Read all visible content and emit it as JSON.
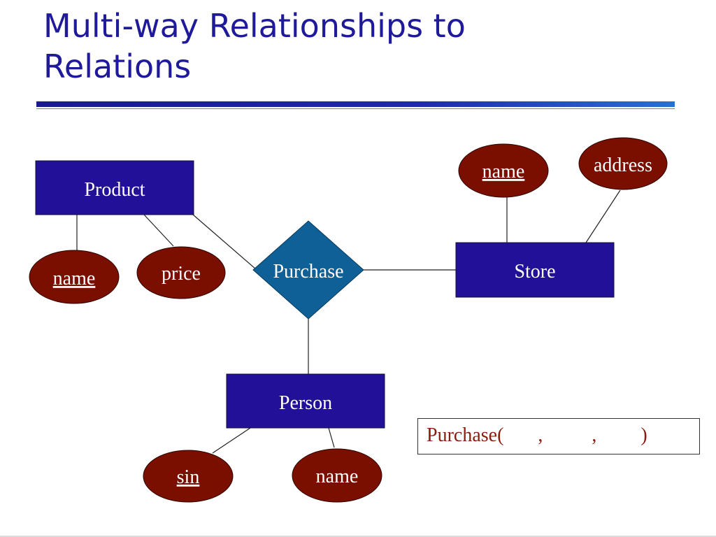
{
  "slide": {
    "title_line1": "Multi-way Relationships to",
    "title_line2": "Relations"
  },
  "colors": {
    "title": "#1f1a9a",
    "entity_fill": "#221099",
    "relationship_fill": "#0e6096",
    "attribute_fill": "#7a0f00",
    "node_text": "#ffffff",
    "tuple_text": "#8b1c10"
  },
  "entities": {
    "product": "Product",
    "store": "Store",
    "person": "Person"
  },
  "relationship": {
    "purchase": "Purchase"
  },
  "attributes": {
    "product_name": "name",
    "product_price": "price",
    "store_name": "name",
    "store_address": "address",
    "person_sin": "sin",
    "person_name": "name"
  },
  "relation_schema": {
    "text": "Purchase(       ,          ,         )"
  }
}
